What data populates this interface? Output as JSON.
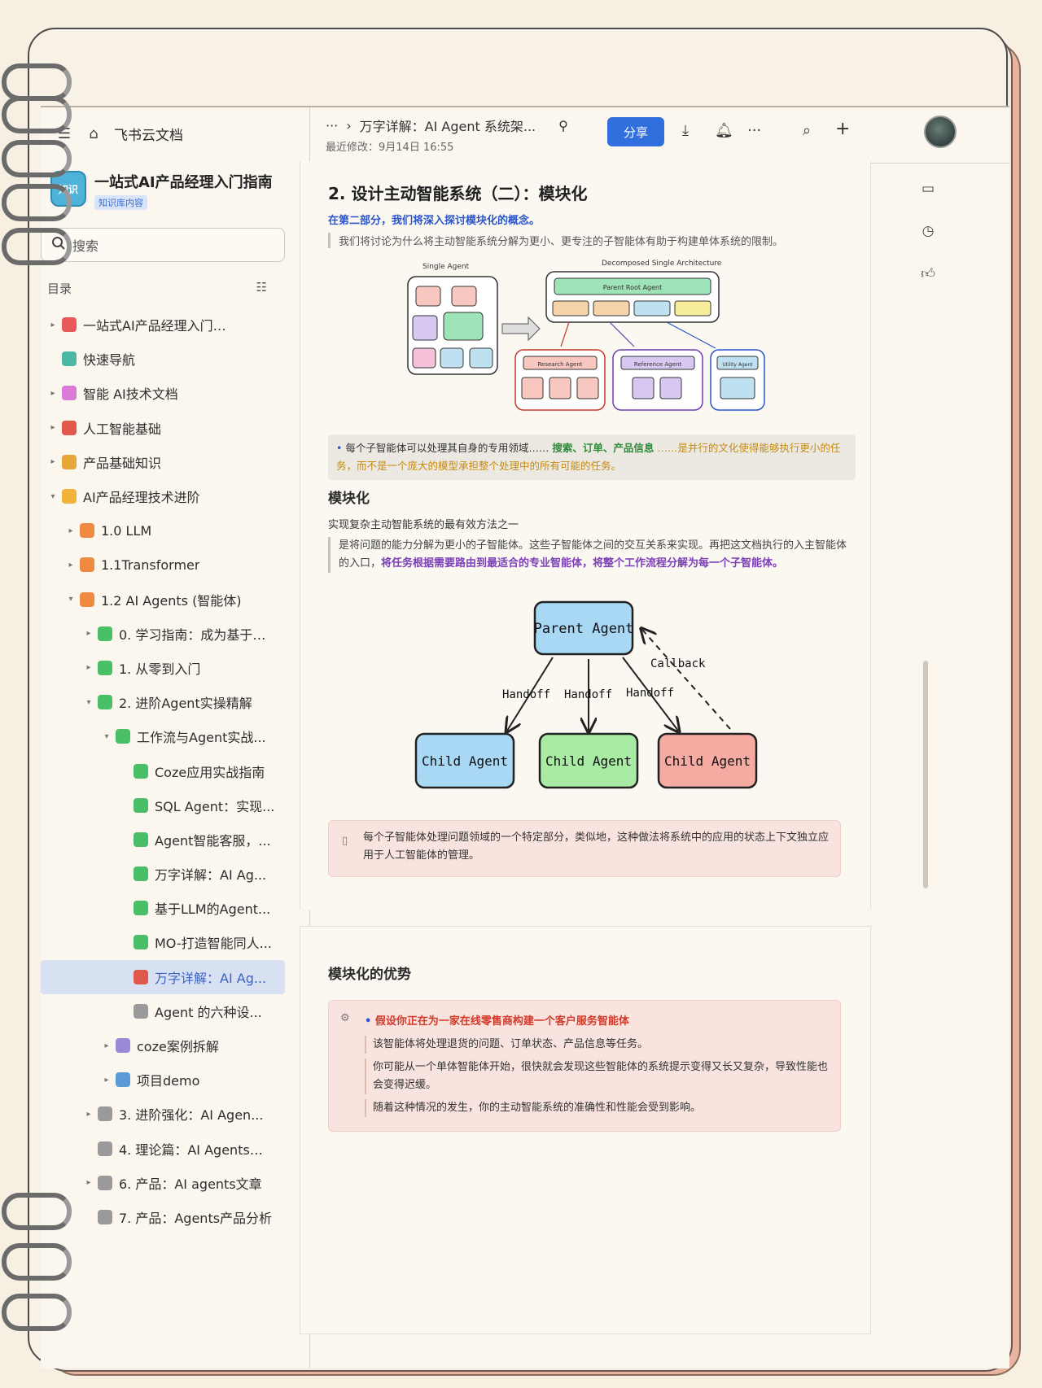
{
  "sidebar": {
    "home_label": "飞书云文档",
    "doc_title": "一站式AI产品经理入门指南",
    "doc_tag": "知识库内容",
    "doc_logo_text": "知识",
    "search_placeholder": "搜索",
    "toc_label": "目录",
    "items": [
      {
        "label": "一站式AI产品经理入门指南",
        "arrow": "▸",
        "icon_color": "#e85a5a"
      },
      {
        "label": "快速导航",
        "arrow": "",
        "icon_color": "#4bb8a6"
      },
      {
        "label": "智能 AI技术文档",
        "arrow": "▸",
        "icon_color": "#d87ad6"
      },
      {
        "label": "人工智能基础",
        "arrow": "▸",
        "icon_color": "#e2574c"
      },
      {
        "label": "产品基础知识",
        "arrow": "▸",
        "icon_color": "#e7a737"
      },
      {
        "label": "AI产品经理技术进阶",
        "arrow": "▾",
        "icon_color": "#f0b33c"
      },
      {
        "label": "1.0 LLM",
        "arrow": "▸",
        "icon_color": "#f08a43"
      },
      {
        "label": "1.1Transformer",
        "arrow": "▸",
        "icon_color": "#f08a43"
      },
      {
        "label": "1.2 AI Agents (智能体)",
        "arrow": "▾",
        "icon_color": "#f08a43"
      },
      {
        "label": "0. 学习指南：成为基于A...",
        "arrow": "▸",
        "icon_color": "#4bbf68"
      },
      {
        "label": "1. 从零到入门",
        "arrow": "▸",
        "icon_color": "#4bbf68"
      },
      {
        "label": "2. 进阶Agent实操精解",
        "arrow": "▾",
        "icon_color": "#4bbf68"
      },
      {
        "label": "工作流与Agent实战...",
        "arrow": "▾",
        "icon_color": "#4bbf68"
      },
      {
        "label": "Coze应用实战指南",
        "arrow": "",
        "icon_color": "#4bbf68"
      },
      {
        "label": "SQL Agent：实现...",
        "arrow": "",
        "icon_color": "#4bbf68"
      },
      {
        "label": "Agent智能客服，...",
        "arrow": "",
        "icon_color": "#4bbf68"
      },
      {
        "label": "万字详解：AI Ag...",
        "arrow": "",
        "icon_color": "#4bbf68"
      },
      {
        "label": "基于LLM的Agent...",
        "arrow": "",
        "icon_color": "#4bbf68"
      },
      {
        "label": "MO-打造智能同人...",
        "arrow": "",
        "icon_color": "#4bbf68"
      },
      {
        "label": "万字详解：AI Ag...",
        "arrow": "",
        "icon_color": "#e2574c",
        "selected": true
      },
      {
        "label": "Agent 的六种设...",
        "arrow": "",
        "icon_color": "#9a9a9a"
      },
      {
        "label": "coze案例拆解",
        "arrow": "▸",
        "icon_color": "#9a8ad6"
      },
      {
        "label": "项目demo",
        "arrow": "▸",
        "icon_color": "#5a9ad6"
      },
      {
        "label": "3. 进阶强化：AI Agen...",
        "arrow": "▸",
        "icon_color": "#9a9a9a"
      },
      {
        "label": "4. 理论篇：AI Agents理...",
        "arrow": "",
        "icon_color": "#9a9a9a"
      },
      {
        "label": "6. 产品：AI agents文章",
        "arrow": "▸",
        "icon_color": "#9a9a9a"
      },
      {
        "label": "7. 产品：Agents产品分析",
        "arrow": "",
        "icon_color": "#9a9a9a"
      }
    ]
  },
  "header": {
    "breadcrumb_more": "···",
    "breadcrumb_title": "万字详解：AI Agent 系统架...",
    "edited": "最近修改：9月14日 16:55",
    "share": "分享"
  },
  "content": {
    "h2": "2. 设计主动智能系统（二）：模块化",
    "blue_line": "在第二部分，我们将深入探讨模块化的概念。",
    "quote": "我们将讨论为什么将主动智能系统分解为更小、更专注的子智能体有助于构建单体系统的限制。",
    "diagram1": {
      "left_title": "Single Agent",
      "right_title": "Decomposed Single Architecture",
      "parent": "Parent Root Agent",
      "child_a": "Research Agent",
      "child_b": "Reference Agent",
      "child_c": "Utility Agent"
    },
    "callout_yellow_1": "每个子智能体可以处理其自身的专用领域……",
    "callout_yellow_green": "搜索、订单、产品信息",
    "callout_yellow_2": "……是并行的文化使得能够执行更小的任务，而不是一个庞大的模型承担整个处理中的所有可能的任务。",
    "h3": "模块化",
    "sub": "实现复杂主动智能系统的最有效方法之一",
    "quote2_a": "是将问题的能力分解为更小的子智能体。这些子智能体之间的交互关系来实现。再把这文档执行的入主智能体的入口，",
    "quote2_b": "将任务根据需要路由到最适合的专业智能体，将整个工作流程分解为每一个子智能体。",
    "diagram2": {
      "parent": "Parent Agent",
      "callback": "Callback",
      "handoff": "Handoff",
      "child": "Child Agent"
    },
    "callout_red": "每个子智能体处理问题领域的一个特定部分，类似地，这种做法将系统中的应用的状态上下文独立应用于人工智能体的管理。",
    "h3b": "模块化的优势",
    "callout_r2_title": "假设你正在为一家在线零售商构建一个客户服务智能体",
    "callout_r2_p1": "该智能体将处理退货的问题、订单状态、产品信息等任务。",
    "callout_r2_p2": "你可能从一个单体智能体开始，很快就会发现这些智能体的系统提示变得又长又复杂，导致性能也会变得迟缓。",
    "callout_r2_p3": "随着这种情况的发生，你的主动智能系统的准确性和性能会受到影响。"
  },
  "colors": {
    "accent": "#2f6fde",
    "selected_bg": "#d8e1f2"
  }
}
